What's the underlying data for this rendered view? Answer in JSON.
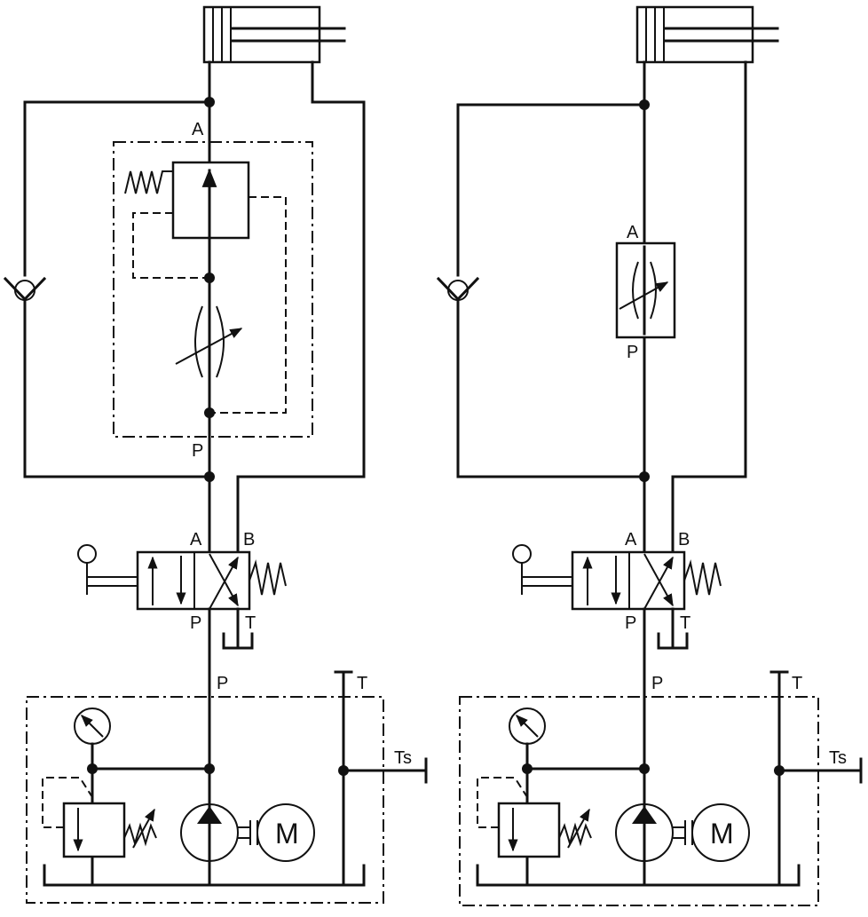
{
  "colors": {
    "stroke": "#111111",
    "background": "#ffffff"
  },
  "left_circuit": {
    "valve_port_a": "A",
    "valve_port_p": "P",
    "dir_port_a": "A",
    "dir_port_b": "B",
    "dir_port_p": "P",
    "dir_port_t": "T",
    "supply_p": "P",
    "supply_t": "T",
    "supply_ts": "Ts",
    "motor": "M"
  },
  "right_circuit": {
    "valve_port_a": "A",
    "valve_port_p": "P",
    "dir_port_a": "A",
    "dir_port_b": "B",
    "dir_port_p": "P",
    "dir_port_t": "T",
    "supply_p": "P",
    "supply_t": "T",
    "supply_ts": "Ts",
    "motor": "M"
  }
}
